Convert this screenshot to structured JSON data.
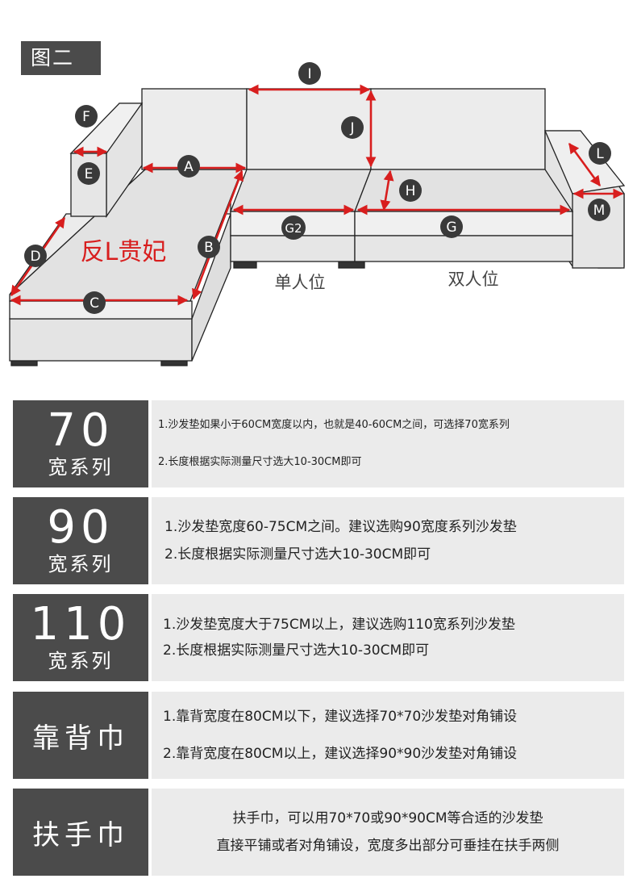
{
  "figure_tag": "图二",
  "diagram": {
    "labels": {
      "I": "I",
      "J": "J",
      "F": "F",
      "E": "E",
      "A": "A",
      "H": "H",
      "L": "L",
      "M": "M",
      "G2": "G2",
      "G": "G",
      "D": "D",
      "B": "B",
      "C": "C"
    },
    "title": "反L贵妃",
    "single_seat": "单人位",
    "double_seat": "双人位",
    "colors": {
      "accent": "#d81e1e",
      "panel": "#4b4b4b",
      "sofa_fill": "#ececec",
      "sofa_stroke": "#222222"
    }
  },
  "rows": [
    {
      "number": "70",
      "label": "宽系列",
      "lines": [
        "1.沙发垫如果小于60CM宽度以内，也就是40-60CM之间，可选择70宽系列",
        "2.长度根据实际测量尺寸选大10-30CM即可"
      ]
    },
    {
      "number": "90",
      "label": "宽系列",
      "lines": [
        "1.沙发垫宽度60-75CM之间。建议选购90宽度系列沙发垫",
        "2.长度根据实际测量尺寸选大10-30CM即可"
      ]
    },
    {
      "number": "110",
      "label": "宽系列",
      "lines": [
        "1.沙发垫宽度大于75CM以上，建议选购110宽系列沙发垫",
        "2.长度根据实际测量尺寸选大10-30CM即可"
      ]
    },
    {
      "word": "靠背巾",
      "lines": [
        "1.靠背宽度在80CM以下，建议选择70*70沙发垫对角铺设",
        "2.靠背宽度在80CM以上，建议选择90*90沙发垫对角铺设"
      ]
    },
    {
      "word": "扶手巾",
      "lines": [
        "扶手巾，可以用70*70或90*90CM等合适的沙发垫",
        "直接平铺或者对角铺设，宽度多出部分可垂挂在扶手两侧"
      ]
    }
  ]
}
